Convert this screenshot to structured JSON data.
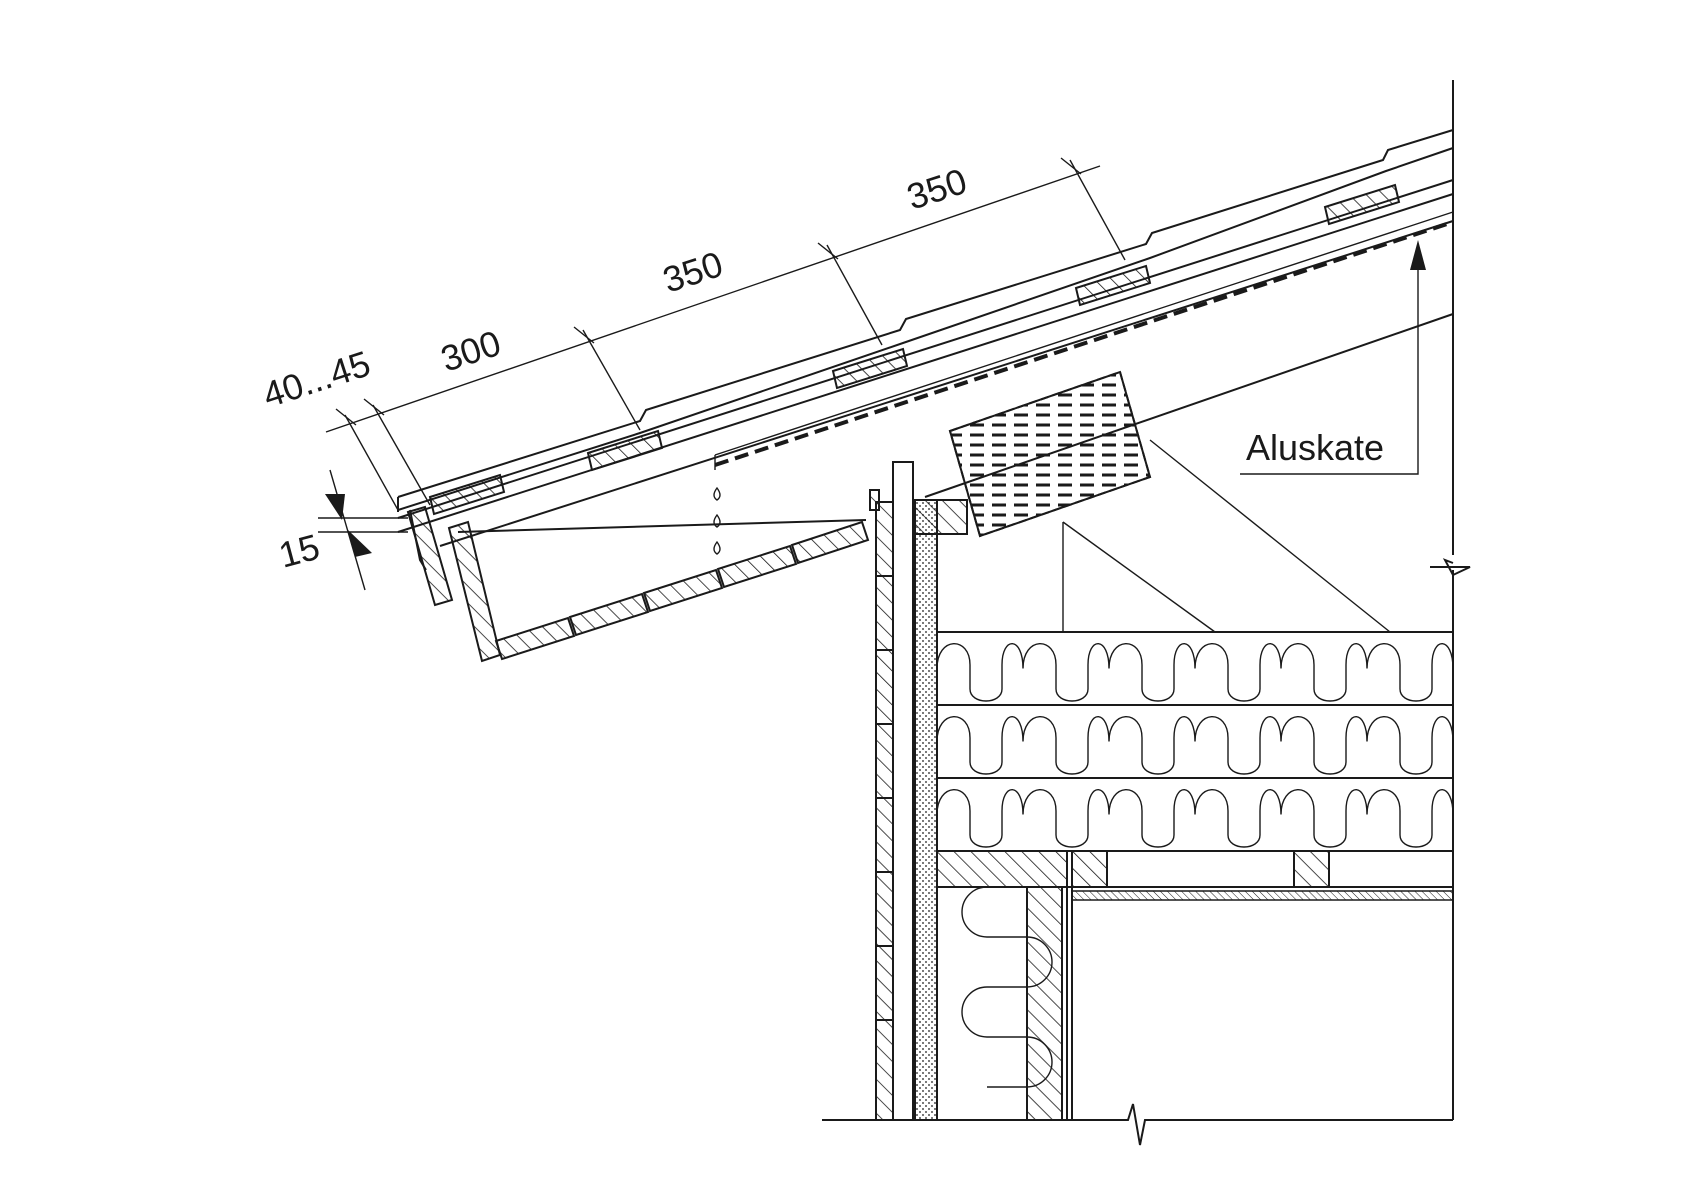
{
  "diagram": {
    "dimensions": {
      "top_offset": "40...45",
      "batten_spacing_first": "300",
      "batten_spacing_second": "350",
      "batten_spacing_third": "350",
      "batten_gap": "15"
    },
    "labels": {
      "underlay": "Aluskate"
    }
  }
}
